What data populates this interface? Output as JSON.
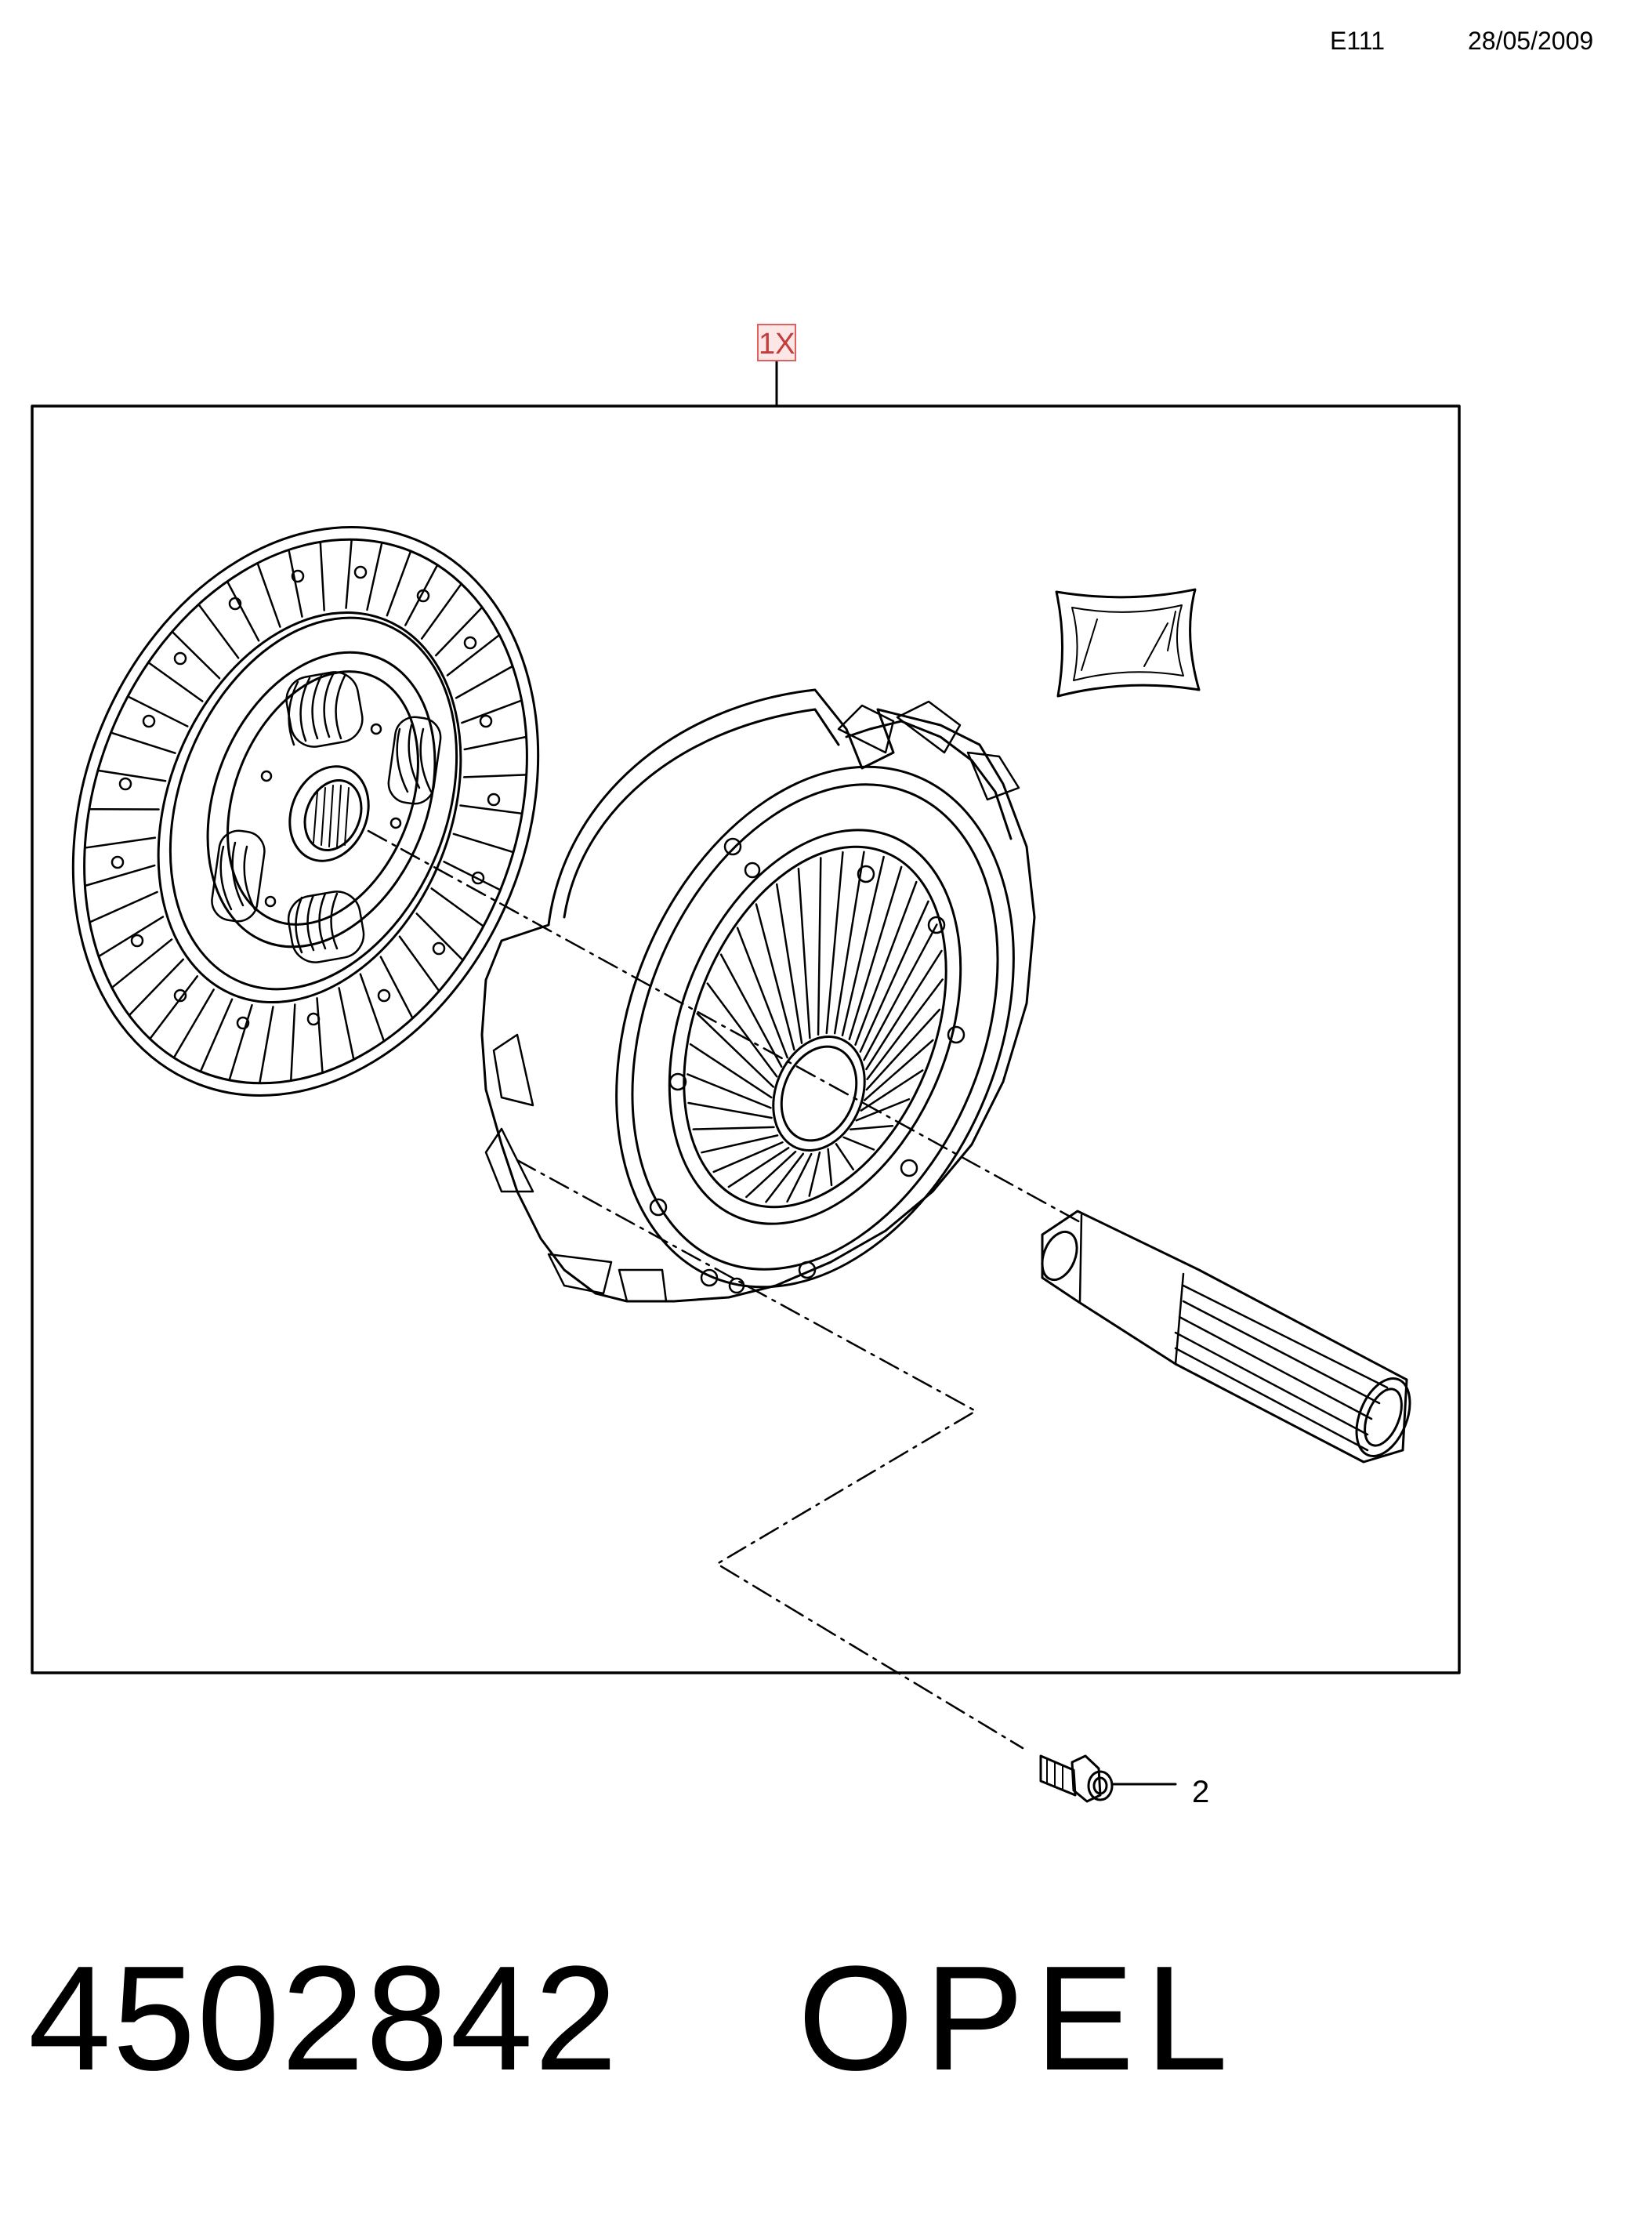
{
  "header": {
    "code": "E111",
    "date": "28/05/2009"
  },
  "callout": {
    "label": "1X"
  },
  "items": [
    {
      "ref": "2"
    }
  ],
  "footer": {
    "part_number": "4502842",
    "brand": "OPEL"
  }
}
